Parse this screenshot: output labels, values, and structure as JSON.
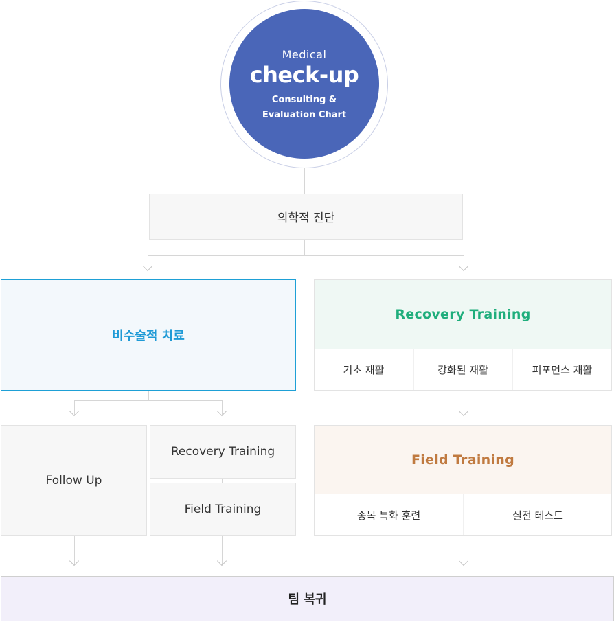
{
  "circle": {
    "top_text": "Medical",
    "main_text": "check-up",
    "sub_line1": "Consulting &",
    "sub_line2": "Evaluation Chart"
  },
  "diagnosis": "의학적 진단",
  "non_surgical": {
    "title": "비수술적 치료",
    "follow_up": "Follow Up",
    "recovery_training": "Recovery Training",
    "field_training": "Field Training"
  },
  "recovery": {
    "title": "Recovery Training",
    "items": [
      "기초 재활",
      "강화된 재활",
      "퍼포먼스 재활"
    ]
  },
  "field": {
    "title": "Field Training",
    "items": [
      "종목 특화 훈련",
      "실전 테스트"
    ]
  },
  "team_return": "팀 복귀",
  "colors": {
    "circle": "#4a66b8",
    "blue_accent": "#1e9ad6",
    "green_accent": "#1fae7c",
    "orange_accent": "#c07a40",
    "team_bg": "#f2effa"
  }
}
